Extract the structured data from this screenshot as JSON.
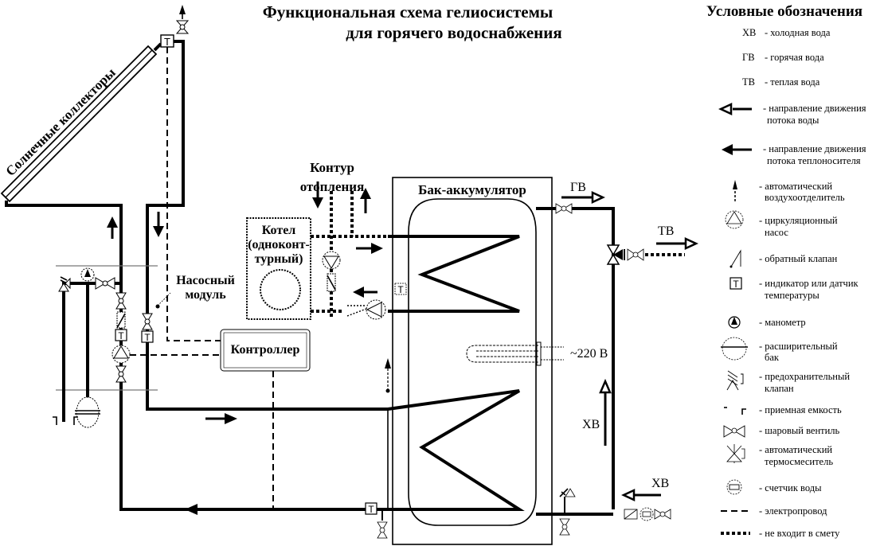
{
  "title": {
    "line1": "Функциональная схема гелиосистемы",
    "line2": "для горячего водоснабжения"
  },
  "labels": {
    "solar_collectors": "Солнечные коллекторы",
    "heating_circuit_line1": "Контур",
    "heating_circuit_line2": "отопления",
    "boiler_line1": "Котел",
    "boiler_line2": "(одноконт-",
    "boiler_line3": "турный)",
    "pump_module_line1": "Насосный",
    "pump_module_line2": "модуль",
    "controller": "Контроллер",
    "tank": "Бак-аккумулятор",
    "hot_water": "ГВ",
    "warm_water": "ТВ",
    "cold_water_1": "ХВ",
    "cold_water_2": "ХВ",
    "voltage": "~220 В",
    "sensor_t": "Т"
  },
  "legend": {
    "title": "Условные обозначения",
    "items": [
      {
        "symbol": "ХВ",
        "icon": "text-abbrev",
        "text": "- холодная вода"
      },
      {
        "symbol": "ГВ",
        "icon": "text-abbrev",
        "text": "- горячая вода"
      },
      {
        "symbol": "ТВ",
        "icon": "text-abbrev",
        "text": "- теплая вода"
      },
      {
        "symbol": "",
        "icon": "hollow-arrow-left-icon",
        "text": "- направление движения",
        "text2": "потока воды"
      },
      {
        "symbol": "",
        "icon": "solid-arrow-left-icon",
        "text": "- направление движения",
        "text2": "потока теплоносителя"
      },
      {
        "symbol": "",
        "icon": "air-vent-icon",
        "text": "- автоматический",
        "text2": "воздухоотделитель"
      },
      {
        "symbol": "",
        "icon": "circulation-pump-icon",
        "text": "- циркуляционный",
        "text2": "насос"
      },
      {
        "symbol": "",
        "icon": "check-valve-icon",
        "text": "- обратный клапан"
      },
      {
        "symbol": "Т",
        "icon": "temperature-sensor-icon",
        "text": "- индикатор или датчик",
        "text2": "температуры"
      },
      {
        "symbol": "",
        "icon": "manometer-icon",
        "text": "- манометр"
      },
      {
        "symbol": "",
        "icon": "expansion-tank-icon",
        "text": "- расширительный",
        "text2": "бак"
      },
      {
        "symbol": "",
        "icon": "safety-valve-icon",
        "text": "- предохранительный",
        "text2": "клапан"
      },
      {
        "symbol": "",
        "icon": "receiving-container-icon",
        "text": "- приемная емкость"
      },
      {
        "symbol": "",
        "icon": "ball-valve-icon",
        "text": "- шаровый вентиль"
      },
      {
        "symbol": "",
        "icon": "thermostatic-mixer-icon",
        "text": "- автоматический",
        "text2": "термосмеситель"
      },
      {
        "symbol": "",
        "icon": "water-meter-icon",
        "text": "- счетчик воды"
      },
      {
        "symbol": "",
        "icon": "electric-wire-icon",
        "text": "- электропровод"
      },
      {
        "symbol": "",
        "icon": "not-in-estimate-line-icon",
        "text": "- не входит в смету"
      }
    ]
  }
}
